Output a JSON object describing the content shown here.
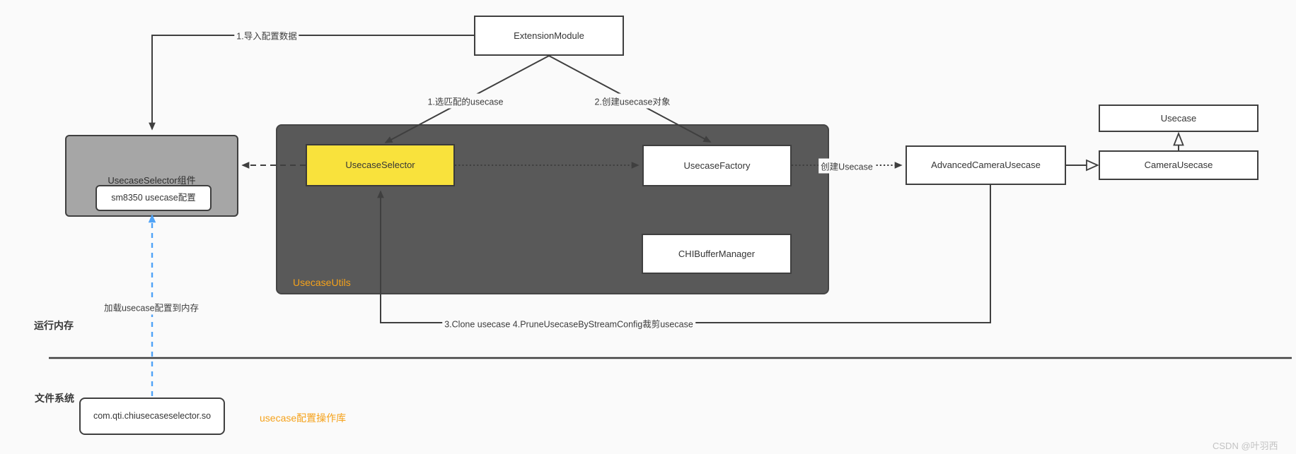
{
  "diagram": {
    "nodes": {
      "extension_module": "ExtensionModule",
      "usecase_selector_component": "UsecaseSelector组件",
      "sm8350_config": "sm8350 usecase配置",
      "usecase_utils": "UsecaseUtils",
      "usecase_selector": "UsecaseSelector",
      "usecase_factory": "UsecaseFactory",
      "chi_buffer_manager": "CHIBufferManager",
      "advanced_camera_usecase": "AdvancedCameraUsecase",
      "usecase": "Usecase",
      "camera_usecase": "CameraUsecase",
      "selector_library": "com.qti.chiusecaseselector.so"
    },
    "edge_labels": {
      "import_config": "1.导入配置数据",
      "select_matching_usecase": "1.选匹配的usecase",
      "create_usecase_object": "2.创建usecase对象",
      "create_usecase": "创建Usecase",
      "clone_and_prune": "3.Clone usecase 4.PruneUsecaseByStreamConfig裁剪usecase",
      "load_config_to_memory": "加载usecase配置到内存"
    },
    "section_labels": {
      "runtime_memory": "运行内存",
      "file_system": "文件系统"
    },
    "annotations": {
      "usecase_config_library": "usecase配置操作库"
    },
    "watermark": "CSDN @叶羽西",
    "colors": {
      "highlight_yellow": "#F9E23C",
      "container_dark": "#595959",
      "component_gray": "#A6A6A6",
      "accent_orange": "#F5A21B",
      "link_blue": "#4FA3F7"
    }
  }
}
